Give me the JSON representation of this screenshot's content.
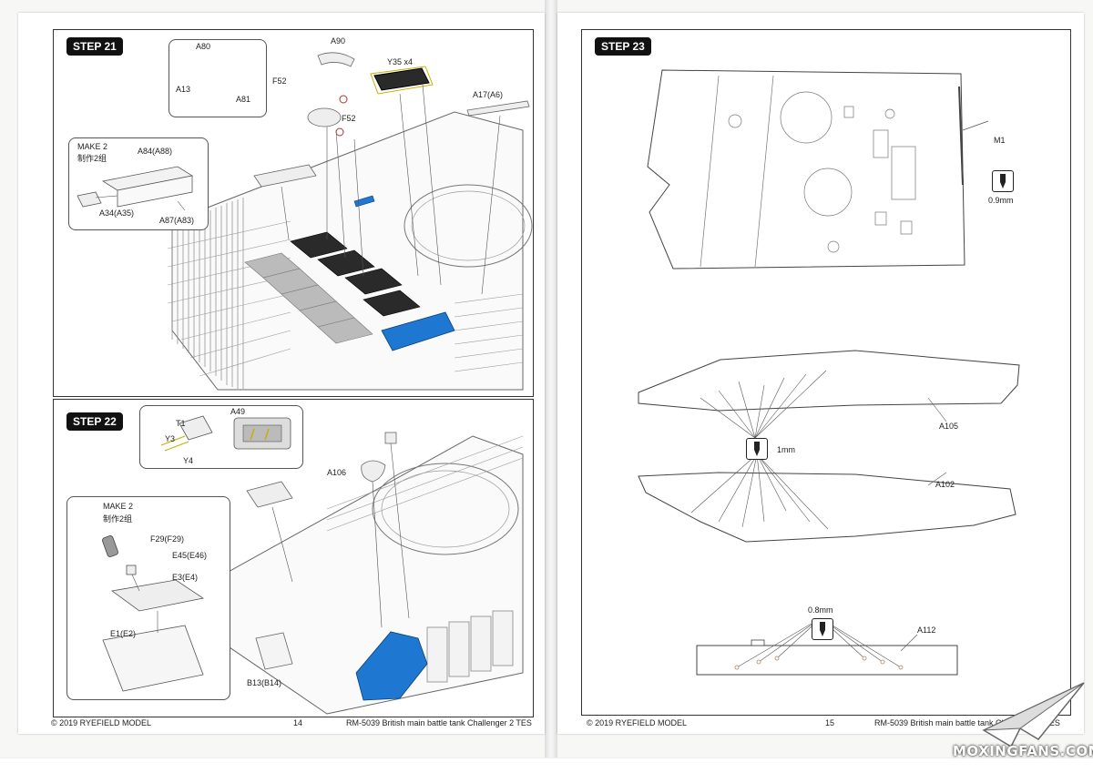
{
  "left_page": {
    "step21": {
      "badge": "STEP 21",
      "labels": {
        "a80": "A80",
        "a90": "A90",
        "a13": "A13",
        "a81": "A81",
        "f52_top": "F52",
        "f52_right": "F52",
        "y35": "Y35 x4",
        "a17": "A17(A6)",
        "make2": "MAKE 2",
        "make2_cn": "制作2组",
        "a84": "A84(A88)",
        "a34": "A34(A35)",
        "a87": "A87(A83)"
      }
    },
    "step22": {
      "badge": "STEP 22",
      "labels": {
        "t1": "T1",
        "a49": "A49",
        "y3": "Y3",
        "y4": "Y4",
        "a106": "A106",
        "make2": "MAKE 2",
        "make2_cn": "制作2组",
        "f29": "F29(F29)",
        "e45": "E45(E46)",
        "e3": "E3(E4)",
        "e1": "E1(E2)",
        "b13": "B13(B14)"
      }
    },
    "footer": {
      "copyright": "© 2019 RYEFIELD MODEL",
      "page_number": "14",
      "product": "RM-5039 British main battle tank Challenger 2 TES"
    }
  },
  "right_page": {
    "step23": {
      "badge": "STEP 23",
      "labels": {
        "m1": "M1",
        "size_09": "0.9mm",
        "size_1": "1mm",
        "a105": "A105",
        "a102": "A102",
        "size_08": "0.8mm",
        "a112": "A112"
      }
    },
    "footer": {
      "copyright": "© 2019 RYEFIELD MODEL",
      "page_number": "15",
      "product": "RM-5039 British main battle tank Challenger 2 TES"
    }
  },
  "watermark": {
    "text": "MOXINGFANS.COM"
  },
  "colors": {
    "highlight_blue": "#1e78d2",
    "mesh_dark": "#2a2a2a",
    "line": "#555555"
  },
  "icons": [
    "drill-bit-icon",
    "glue-icon",
    "watermark-logo-icon"
  ]
}
